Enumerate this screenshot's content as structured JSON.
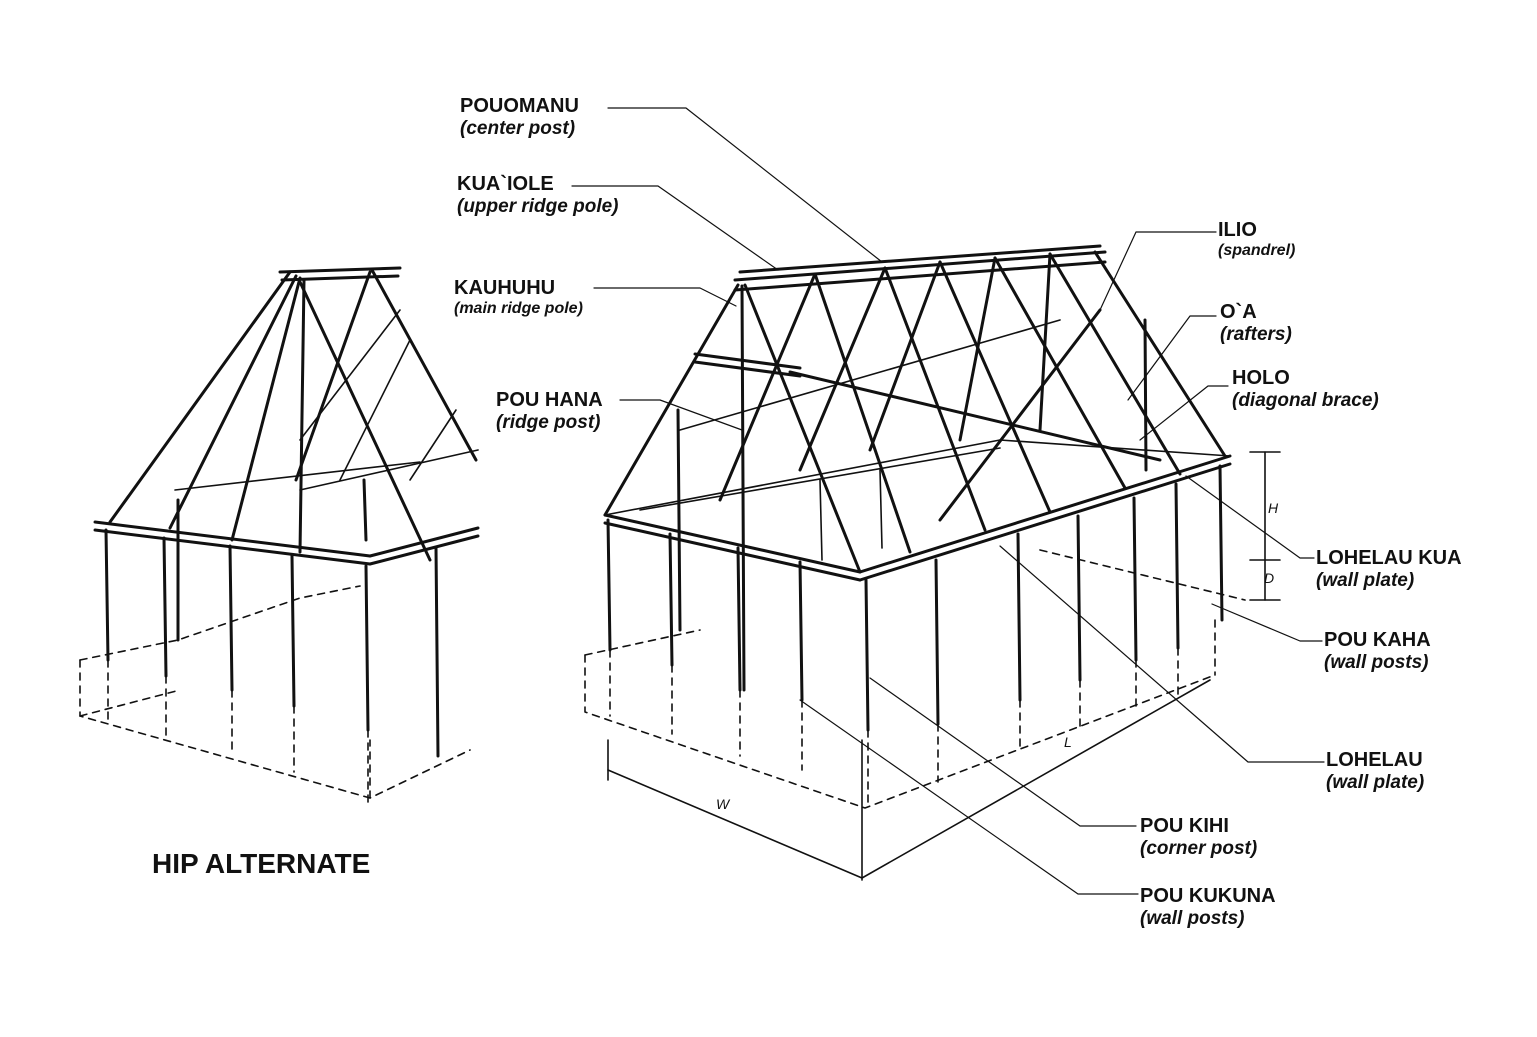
{
  "title": "HIP ALTERNATE",
  "labels": {
    "pouomanu": {
      "name": "POUOMANU",
      "desc": "(center post)"
    },
    "kuaiole": {
      "name": "KUA`IOLE",
      "desc": "(upper ridge pole)"
    },
    "kauhuhu": {
      "name": "KAUHUHU",
      "desc": "(main ridge pole)"
    },
    "pou_hana": {
      "name": "POU HANA",
      "desc": "(ridge post)"
    },
    "ilio": {
      "name": "ILIO",
      "desc": "(spandrel)"
    },
    "oa": {
      "name": "O`A",
      "desc": "(rafters)"
    },
    "holo": {
      "name": "HOLO",
      "desc": "(diagonal brace)"
    },
    "lohelau_kua": {
      "name": "LOHELAU KUA",
      "desc": "(wall plate)"
    },
    "pou_kaha": {
      "name": "POU KAHA",
      "desc": "(wall posts)"
    },
    "lohelau": {
      "name": "LOHELAU",
      "desc": "(wall plate)"
    },
    "pou_kihi": {
      "name": "POU KIHI",
      "desc": "(corner post)"
    },
    "pou_kukuna": {
      "name": "POU KUKUNA",
      "desc": "(wall posts)"
    }
  },
  "dimensions": {
    "h": "H",
    "d": "D",
    "w": "W",
    "l": "L"
  }
}
